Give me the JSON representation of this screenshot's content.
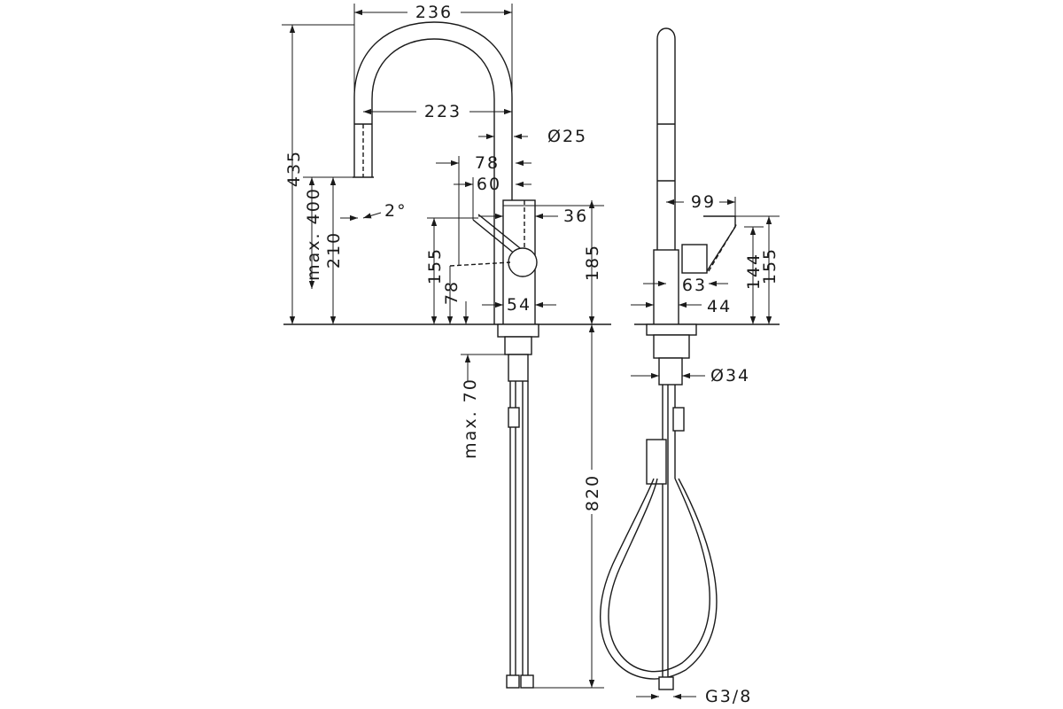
{
  "dimensions": {
    "d236": "236",
    "d223": "223",
    "d25": "Ø25",
    "d78a": "78",
    "d60": "60",
    "d36": "36",
    "d435": "435",
    "dmax400": "max. 400",
    "d210": "210",
    "d2deg": "2°",
    "d155a": "155",
    "d78b": "78",
    "d54": "54",
    "d185": "185",
    "dmax70": "max. 70",
    "d820": "820",
    "d99": "99",
    "d63": "63",
    "d44": "44",
    "d144": "144",
    "d155b": "155",
    "d34": "Ø34",
    "dG38": "G3/8"
  }
}
